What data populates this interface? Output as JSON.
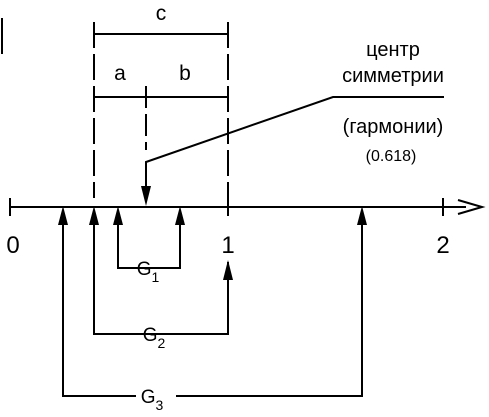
{
  "axis": {
    "tick_labels": [
      "0",
      "1",
      "2"
    ],
    "tick_values": [
      0,
      1,
      2
    ]
  },
  "segments": {
    "c": "c",
    "a": "a",
    "b": "b"
  },
  "annotation": {
    "line1": "центр",
    "line2": "симметрии",
    "line3": "(гармонии)",
    "line4": "(0.618)"
  },
  "ranges": [
    {
      "label": "G",
      "sub": "1"
    },
    {
      "label": "G",
      "sub": "2"
    },
    {
      "label": "G",
      "sub": "3"
    }
  ],
  "colors": {
    "ink": "#000000",
    "background": "#ffffff"
  }
}
